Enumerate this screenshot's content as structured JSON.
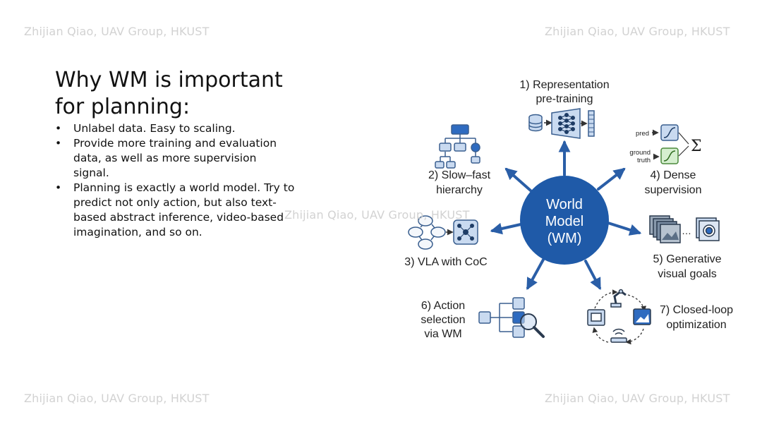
{
  "watermarks": {
    "top_left": "Zhijian Qiao, UAV Group, HKUST",
    "top_right": "Zhijian Qiao, UAV Group, HKUST",
    "center": "Zhijian Qiao, UAV Group, HKUST",
    "bottom_left": "Zhijian Qiao, UAV Group, HKUST",
    "bottom_right": "Zhijian Qiao, UAV Group, HKUST"
  },
  "title": {
    "line1": "Why WM is important",
    "line2": "for planning:"
  },
  "bullet_symbol": "•",
  "bullets": [
    "Unlabel data. Easy to scaling.",
    "Provide more training and evaluation data, as well as more supervision signal.",
    "Planning is exactly a world model. Try to predict not only action, but also text-based abstract inference, video-based imagination, and so on."
  ],
  "diagram": {
    "center": {
      "line1": "World",
      "line2": "Model",
      "line3": "(WM)"
    },
    "items": {
      "representation": {
        "line1": "1) Representation",
        "line2": "pre-training"
      },
      "slow_fast": {
        "line1": "2) Slow–fast",
        "line2": "hierarchy"
      },
      "vla": {
        "line1": "3) VLA with CoC"
      },
      "dense": {
        "line1": "4) Dense",
        "line2": "supervision"
      },
      "generative": {
        "line1": "5) Generative",
        "line2": "visual goals"
      },
      "action": {
        "line1": "6) Action",
        "line2": "selection",
        "line3": "via WM"
      },
      "closed_loop": {
        "line1": "7) Closed-loop",
        "line2": "optimization"
      }
    },
    "dense_labels": {
      "pred": "pred",
      "ground": "ground",
      "truth": "truth",
      "sum": "Σ"
    },
    "colors": {
      "core": "#1f5aa8",
      "arrow": "#2a5ea7",
      "icon_fill": "#c9daf0",
      "icon_stroke": "#3a5f8f",
      "accent": "#2e6bc0"
    }
  }
}
